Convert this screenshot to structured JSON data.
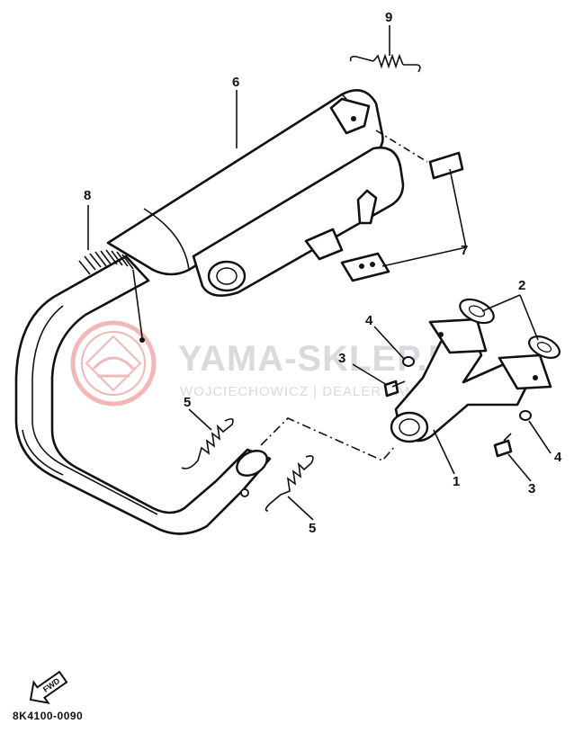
{
  "watermark": {
    "title": "YAMA-SKLEP.PL",
    "subtitle": "WOJCIECHOWICZ | DEALER YAMAHA",
    "logo_color": "#f2b8b8",
    "text_color": "#d9dadd"
  },
  "callouts": {
    "c1": "1",
    "c2": "2",
    "c3a": "3",
    "c3b": "3",
    "c4a": "4",
    "c4b": "4",
    "c5a": "5",
    "c5b": "5",
    "c6": "6",
    "c7": "7",
    "c8": "8",
    "c9": "9"
  },
  "fwd_label": "FWD",
  "diagram_code": "8K4100-0090"
}
